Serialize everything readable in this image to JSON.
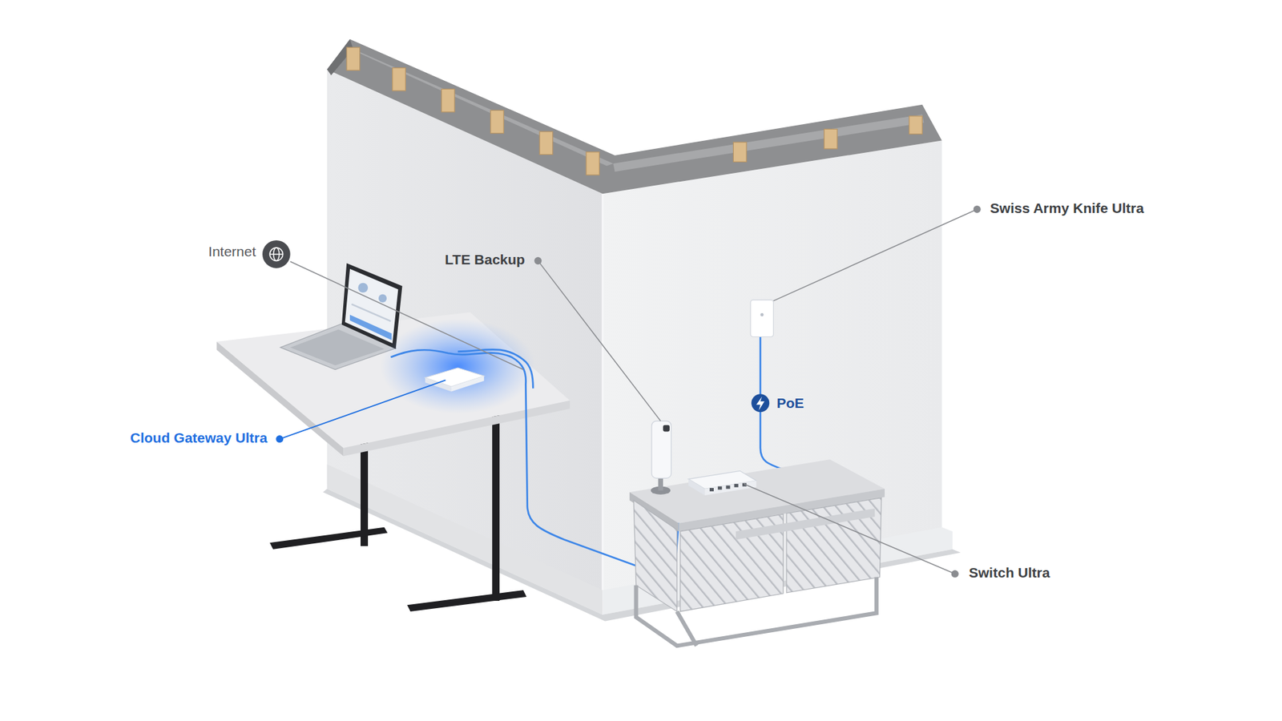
{
  "diagram": {
    "labels": [
      "Swiss Army Knife Ultra",
      "Internet",
      "LTE Backup",
      "PoE",
      "Cloud Gateway Ultra",
      "Switch Ultra"
    ]
  }
}
